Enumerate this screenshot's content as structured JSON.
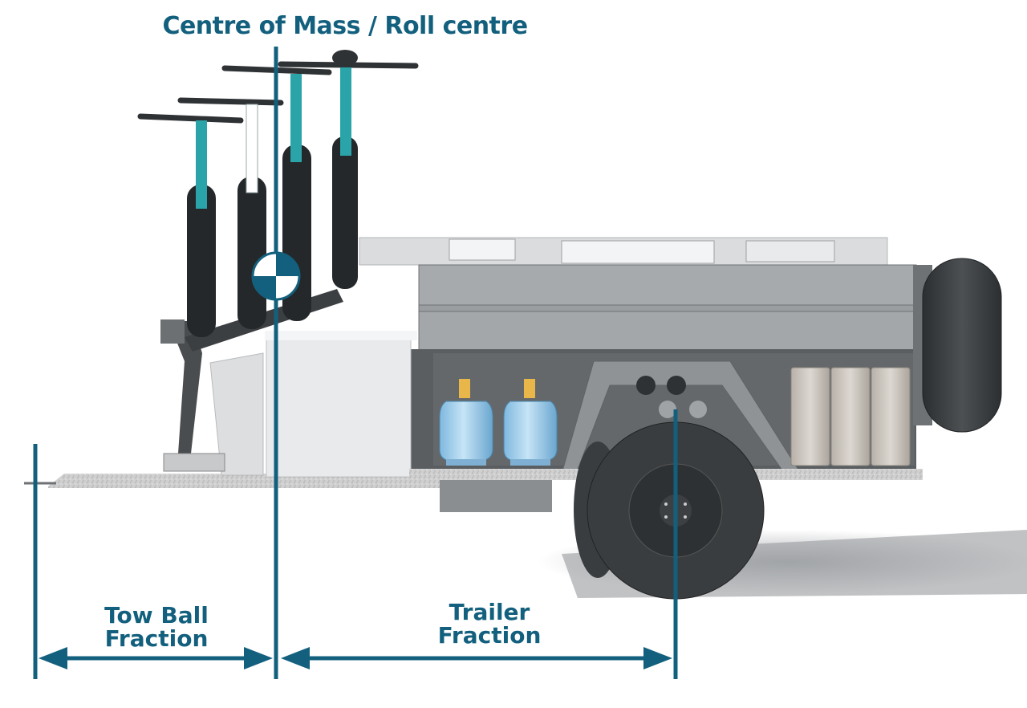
{
  "title": "Centre of Mass / Roll centre",
  "tow_ball": {
    "line1": "Tow Ball",
    "line2": "Fraction"
  },
  "trailer": {
    "line1": "Trailer",
    "line2": "Fraction"
  },
  "colors": {
    "accent": "#13607e",
    "frame_grey": "#8f9396",
    "frame_dark": "#5f6366",
    "light_grey": "#d7d9db",
    "tyre": "#3a3d40",
    "gas_bottle": "#a9d3ee",
    "bike_teal": "#2aa4a8",
    "jerry_can": "#c9c4bd"
  },
  "icons": [
    "centre-of-mass-icon",
    "bicycle-icon",
    "gas-bottle-icon",
    "jerry-can-icon",
    "wheel-icon",
    "spare-tyre-icon"
  ]
}
